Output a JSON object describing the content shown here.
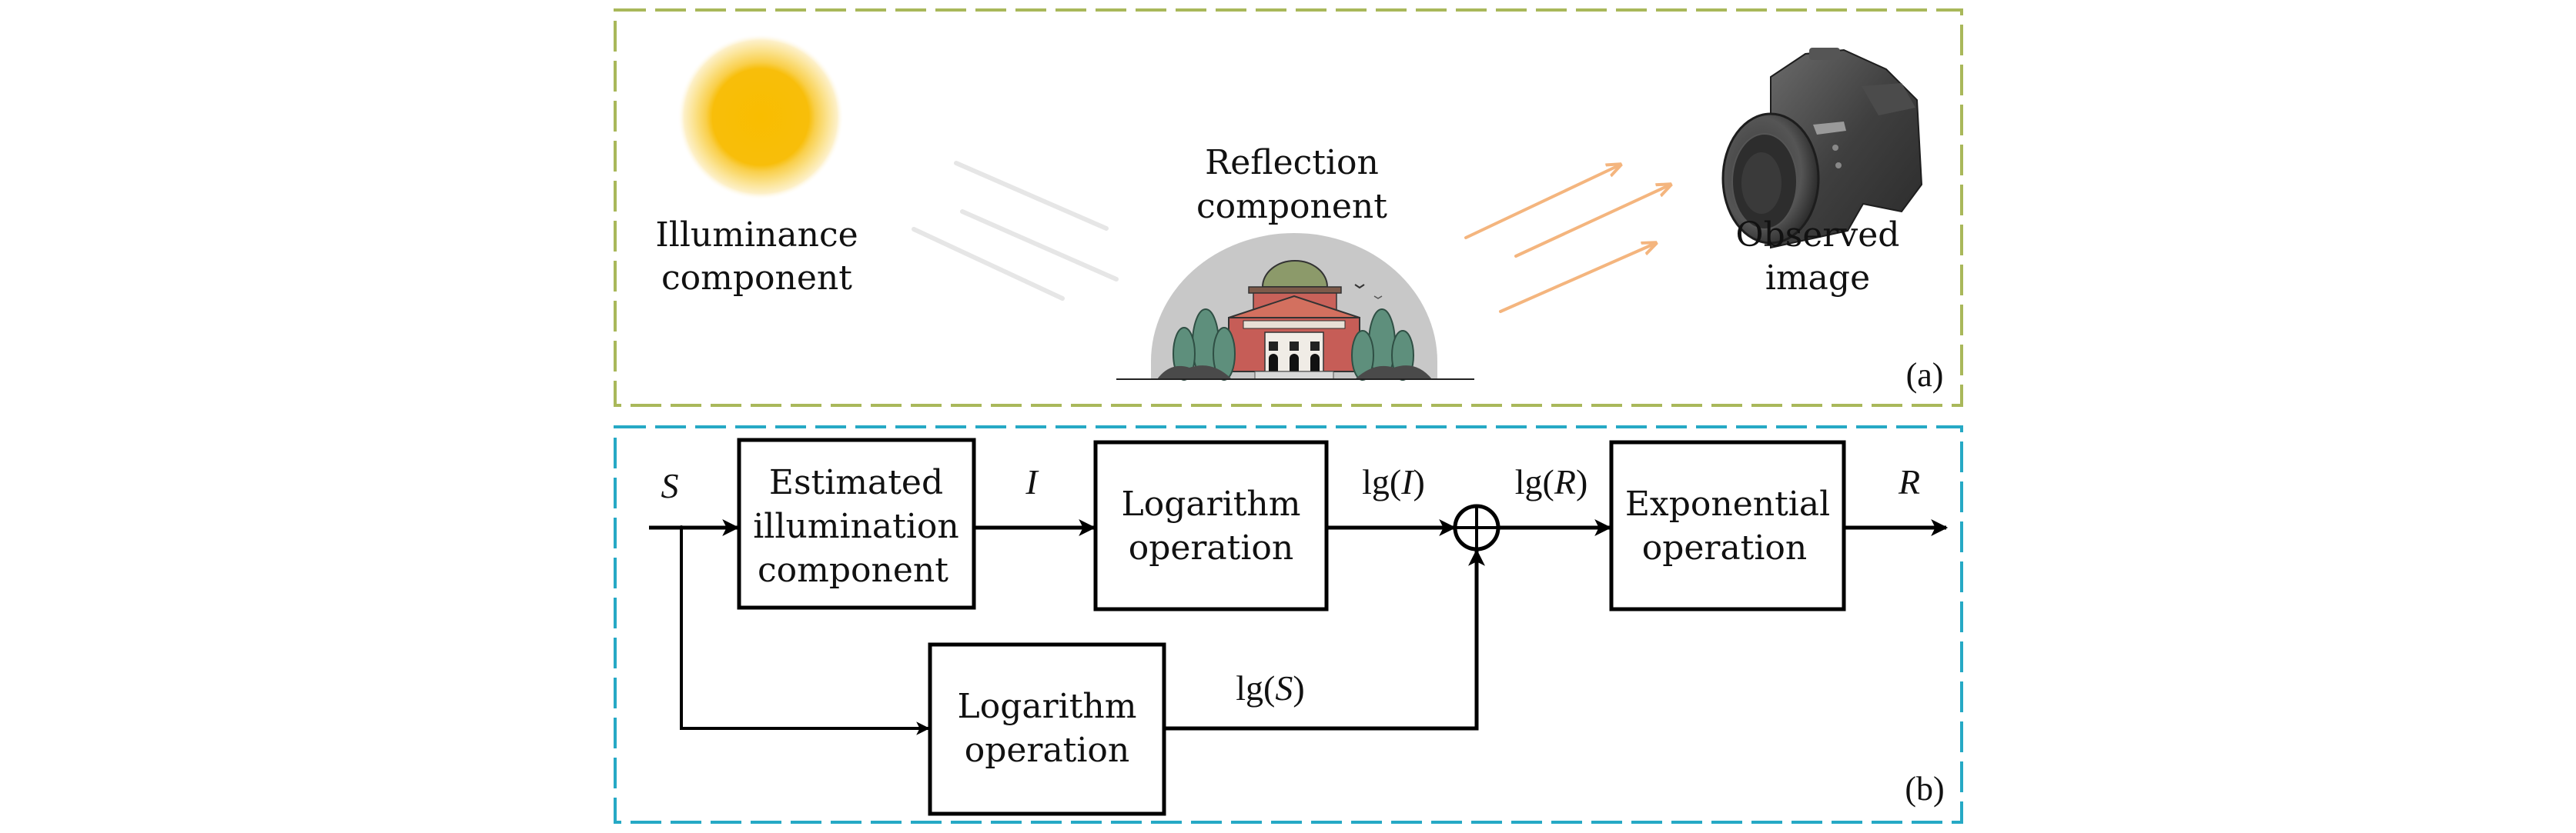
{
  "figure": {
    "panel_a": {
      "tag": "(a)",
      "border_color": "#a9b85a",
      "illuminance": {
        "line1": "Illuminance",
        "line2": "component",
        "icon": "sun-icon"
      },
      "reflection": {
        "line1": "Reflection",
        "line2": "component",
        "icon": "building-icon"
      },
      "observed": {
        "line1": "Observed",
        "line2": "image",
        "icon": "camera-icon"
      },
      "incident_ray_color": "#e6e6e6",
      "reflected_ray_color": "#f4b57e"
    },
    "panel_b": {
      "tag": "(b)",
      "border_color": "#26a9c5",
      "signals": {
        "input": "S",
        "illumination": "I",
        "log_illumination_prefix": "lg(",
        "log_illumination_var": "I",
        "log_reflection_prefix": "lg(",
        "log_reflection_var": "R",
        "log_input_prefix": "lg(",
        "log_input_var": "S",
        "close_paren": ")",
        "output": "R"
      },
      "blocks": {
        "estimate": {
          "line1": "Estimated",
          "line2": "illumination",
          "line3": "component"
        },
        "log_top": {
          "line1": "Logarithm",
          "line2": "operation"
        },
        "log_bottom": {
          "line1": "Logarithm",
          "line2": "operation"
        },
        "exp": {
          "line1": "Exponential",
          "line2": "operation"
        }
      },
      "summing_junction": "sum-icon"
    }
  }
}
